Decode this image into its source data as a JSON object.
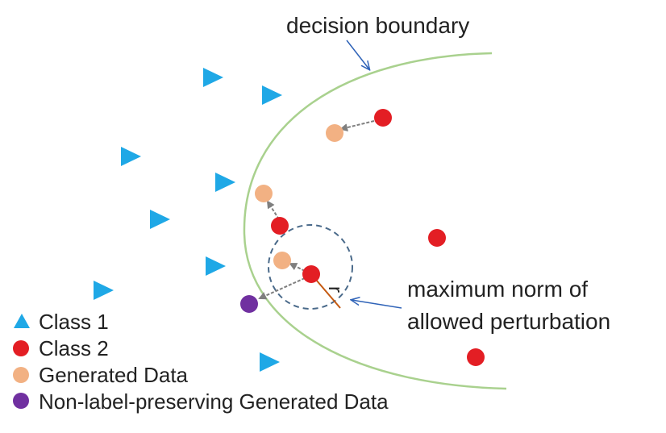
{
  "annotations": {
    "decision_boundary": "decision boundary",
    "norm_line1": "maximum norm of",
    "norm_line2": "allowed perturbation",
    "radius_symbol": "r"
  },
  "legend": [
    {
      "label": "Class 1",
      "marker": "triangle",
      "color": "#1fa8e6"
    },
    {
      "label": "Class 2",
      "marker": "circle",
      "color": "#e31e24"
    },
    {
      "label": "Generated Data",
      "marker": "circle",
      "color": "#f2b183"
    },
    {
      "label": "Non-label-preserving Generated Data",
      "marker": "circle",
      "color": "#7030a0"
    }
  ],
  "colors": {
    "class1": "#1fa8e6",
    "class2": "#e31e24",
    "generated": "#f2b183",
    "non_label_preserving": "#7030a0",
    "boundary": "#a9d18e",
    "arrow": "#7f7f7f",
    "circle": "#4a6a8a",
    "radius": "#c55a11",
    "pointer": "#2f63b8"
  }
}
